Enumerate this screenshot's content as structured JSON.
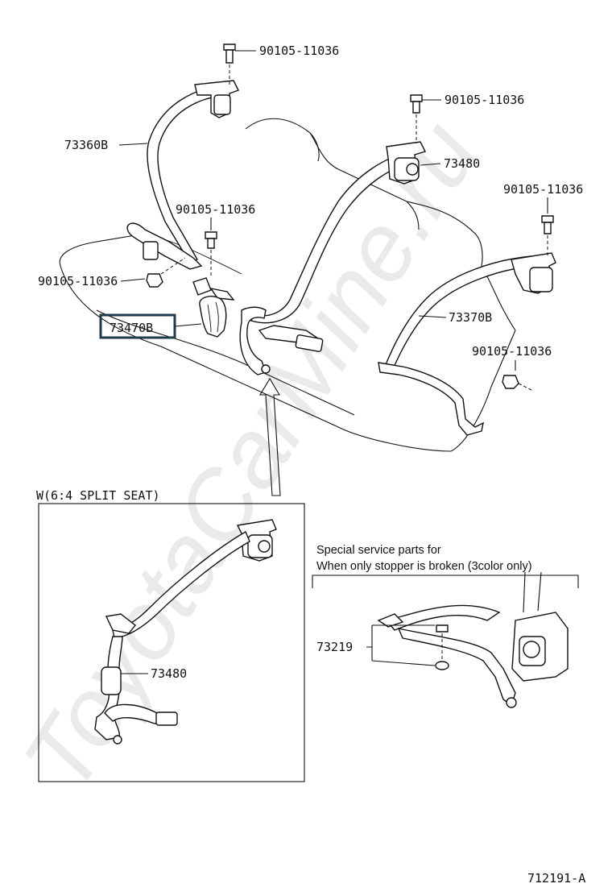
{
  "watermark": "ToyotaCarMine.ru",
  "labels": {
    "bolt_top": "90105-11036",
    "bolt_upper_right": "90105-11036",
    "bolt_right": "90105-11036",
    "bolt_mid": "90105-11036",
    "bolt_left": "90105-11036",
    "bolt_lower_right": "90105-11036",
    "belt_left": "73360B",
    "retractor_right": "73480",
    "buckle_highlight": "73470B",
    "belt_right": "73370B",
    "inset_part": "73480",
    "stopper_part": "73219"
  },
  "inset": {
    "title": "W(6:4 SPLIT SEAT)"
  },
  "special": {
    "line1": "Special service parts for",
    "line2": "When only stopper is broken (3color only)"
  },
  "diagram_code": "712191-A",
  "colors": {
    "highlight_box": "#1f3a4d",
    "line": "#111111"
  }
}
